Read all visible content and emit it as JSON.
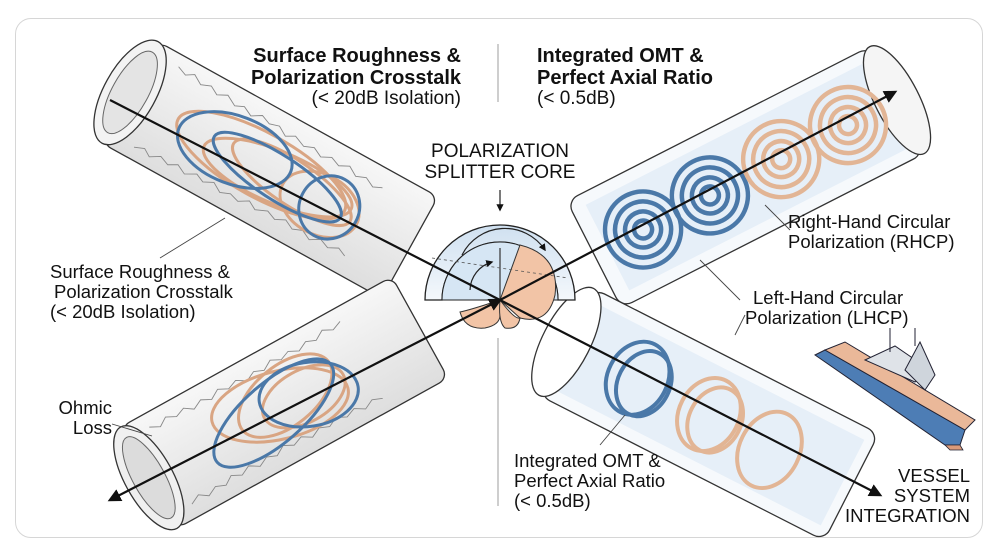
{
  "diagram": {
    "title_left": {
      "line1": "Surface Roughness &",
      "line2": "Polarization Crosstalk",
      "line3": "(< 20dB Isolation)"
    },
    "title_right": {
      "line1": "Integrated OMT &",
      "line2": "Perfect Axial Ratio",
      "line3": "(< 0.5dB)"
    },
    "core_label": {
      "line1": "POLARIZATION",
      "line2": "SPLITTER CORE"
    },
    "callouts": {
      "left_crosstalk": {
        "line1": "Surface Roughness &",
        "line2": "Polarization Crosstalk",
        "line3": "(< 20dB Isolation)"
      },
      "ohmic_loss": {
        "line1": "Ohmic",
        "line2": "Loss"
      },
      "rhcp": {
        "line1": "Right-Hand Circular",
        "line2": "Polarization (RHCP)"
      },
      "lhcp": {
        "line1": "Left-Hand Circular",
        "line2": "Polarization (LHCP)"
      },
      "bottom_omt": {
        "line1": "Integrated OMT &",
        "line2": "Perfect Axial Ratio",
        "line3": "(< 0.5dB)"
      },
      "vessel": {
        "line1": "VESSEL",
        "line2": "SYSTEM",
        "line3": "INTEGRATION"
      }
    },
    "colors": {
      "blue_helix": "#4a78a8",
      "copper_helix": "#e2b595",
      "core_blue": "#cfe0f0",
      "core_copper": "#f2c4a6",
      "tube_gray": "#ececec",
      "tube_interior": "#e8f1f8",
      "ship_hull_blue": "#4d7db5",
      "ship_deck": "#eab899"
    }
  }
}
